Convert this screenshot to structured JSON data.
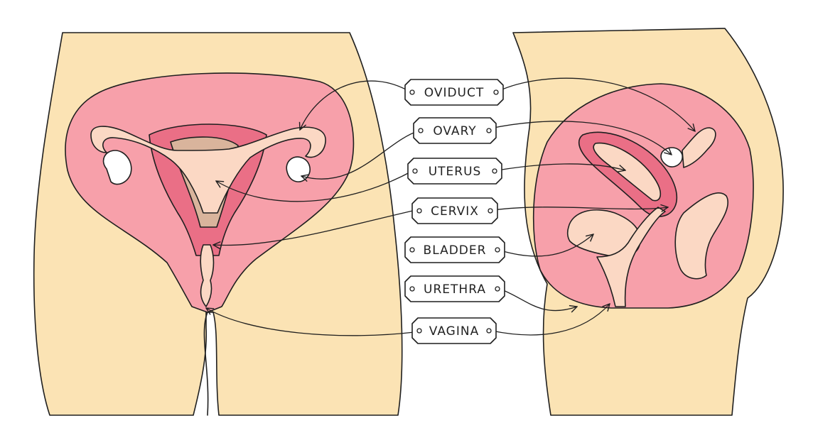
{
  "labels": {
    "oviduct": "OVIDUCT",
    "ovary": "OVARY",
    "uterus": "UTERUS",
    "cervix": "CERVIX",
    "bladder": "BLADDER",
    "urethra": "URETHRA",
    "vagina": "VAGINA"
  },
  "colors": {
    "skin": "#fbe3b4",
    "tissue": "#f7a0aa",
    "uterus_wall": "#ea6f86",
    "light_organ": "#fbd8c4",
    "cavity": "#d9b49c",
    "ovary_white": "#ffffff",
    "outline": "#1f1f1f"
  }
}
